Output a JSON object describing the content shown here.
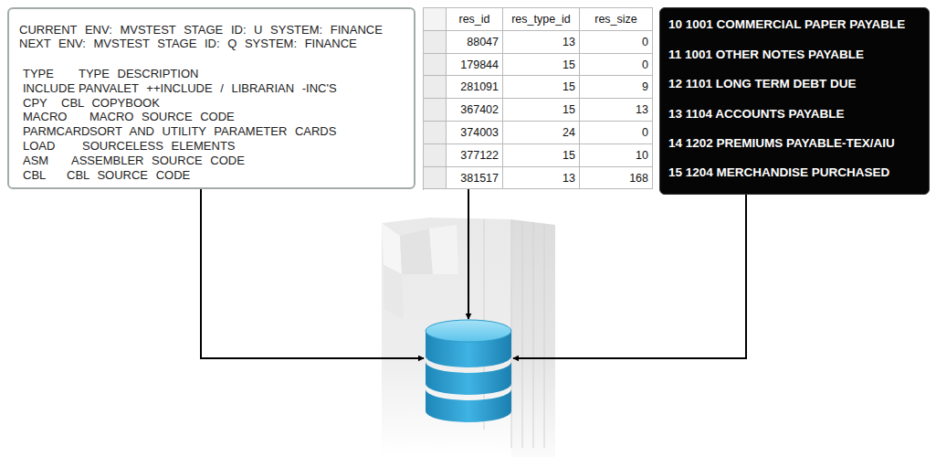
{
  "diagram": {
    "nodes": [
      {
        "text": [
          "CURRENT ENV: MVSTEST STAGE ID: U SYSTEM: FINANCE",
          "NEXT ENV: MVSTEST STAGE ID: Q SYSTEM: FINANCE",
          "TYPE",
          "TYPE DESCRIPTION",
          "INCLUDE",
          "PANVALET ++INCLUDE / LIBRARIAN -INC'S",
          "CPY",
          "CBL COPYBOOK",
          "MACRO",
          "MACRO SOURCE CODE",
          "PARMCARD",
          "SORT AND UTILITY PARAMETER CARDS",
          "LOAD",
          "SOURCELESS ELEMENTS",
          "ASM",
          "ASSEMBLER SOURCE CODE",
          "CBL",
          "CBL SOURCE CODE"
        ]
      },
      {
        "text": [
          "10 1001 COMMERCIAL PAPER PAYABLE",
          "11 1001 OTHER NOTES PAYABLE",
          "12 1101 LONG TERM DEBT DUE",
          "13 1104 ACCOUNTS PAYABLE",
          "14 1202 PREMIUMS PAYABLE-TEX/AIU",
          "15 1204 MERCHANDISE PURCHASED"
        ]
      }
    ],
    "labels": [
      "res_id",
      "res_type_id",
      "res_size",
      "88047",
      "13",
      "0",
      "179844",
      "15",
      "0",
      "281091",
      "15",
      "9",
      "367402",
      "15",
      "13",
      "374003",
      "24",
      "0",
      "377122",
      "15",
      "10",
      "381517",
      "13",
      "168"
    ]
  }
}
